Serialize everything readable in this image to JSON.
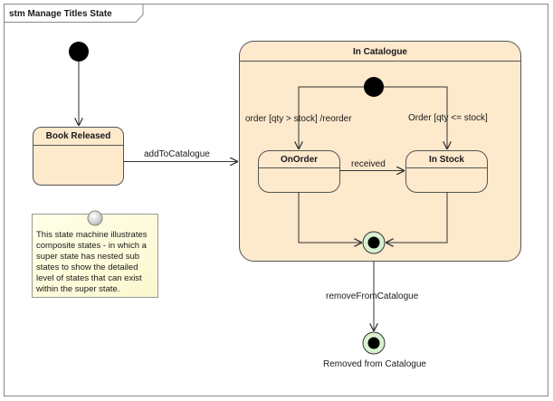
{
  "frame": {
    "title": "stm Manage Titles State"
  },
  "states": {
    "book_released": "Book Released",
    "in_catalogue": "In Catalogue",
    "on_order": "OnOrder",
    "in_stock": "In Stock"
  },
  "transitions": {
    "add_to_catalogue": "addToCatalogue",
    "order_reorder": "order [qty > stock] /reorder",
    "order_in_stock": "Order [qty <= stock]",
    "received": "received",
    "remove_from_catalogue": "removeFromCatalogue"
  },
  "final_states": {
    "removed_from_catalogue": "Removed from Catalogue"
  },
  "note": {
    "lines": [
      "This state machine illustrates",
      "composite states - in which a",
      "super state has nested sub",
      "states to show the detailed",
      "level of states that can exist",
      "within the super state."
    ]
  },
  "colors": {
    "state_fill": "#fde9cc",
    "note_fill": "#ffffe1",
    "final_fill": "#d9f0d0",
    "pseudo_fill": "#000000"
  }
}
